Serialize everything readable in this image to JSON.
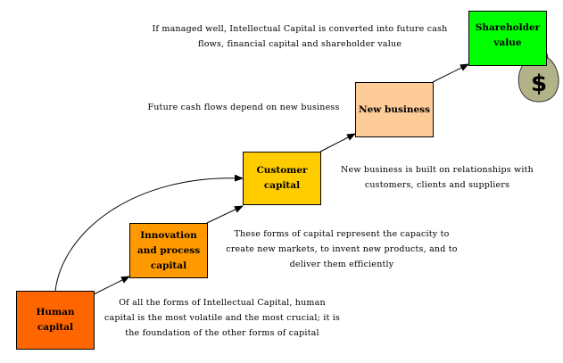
{
  "boxes": {
    "human": {
      "label": "Human\ncapital",
      "fill": "#ff6600"
    },
    "innovation": {
      "label": "Innovation\nand process\ncapital",
      "fill": "#ff9900"
    },
    "customer": {
      "label": "Customer\ncapital",
      "fill": "#ffcc00"
    },
    "new_business": {
      "label": "New business",
      "fill": "#fdcc99"
    },
    "shareholder": {
      "label": "Shareholder\nvalue",
      "fill": "#00ff00"
    }
  },
  "notes": {
    "human": "Of all the forms of Intellectual Capital, human\ncapital is the most volatile and the most crucial; it is\nthe foundation of the other forms of capital",
    "innovation": "These forms of capital represent the capacity to\ncreate new markets, to invent new products, and to\ndeliver them efficiently",
    "customer": "New business is built on relationships with\ncustomers, clients and suppliers",
    "new_business": "Future cash flows depend on new business",
    "shareholder": "If managed well, Intellectual Capital is converted into future cash\nflows, financial capital and shareholder value"
  },
  "icons": {
    "money_bag": "money-bag-icon",
    "money_bag_symbol": "$"
  },
  "colors": {
    "line": "#000000",
    "bag": "#b3b38a"
  }
}
